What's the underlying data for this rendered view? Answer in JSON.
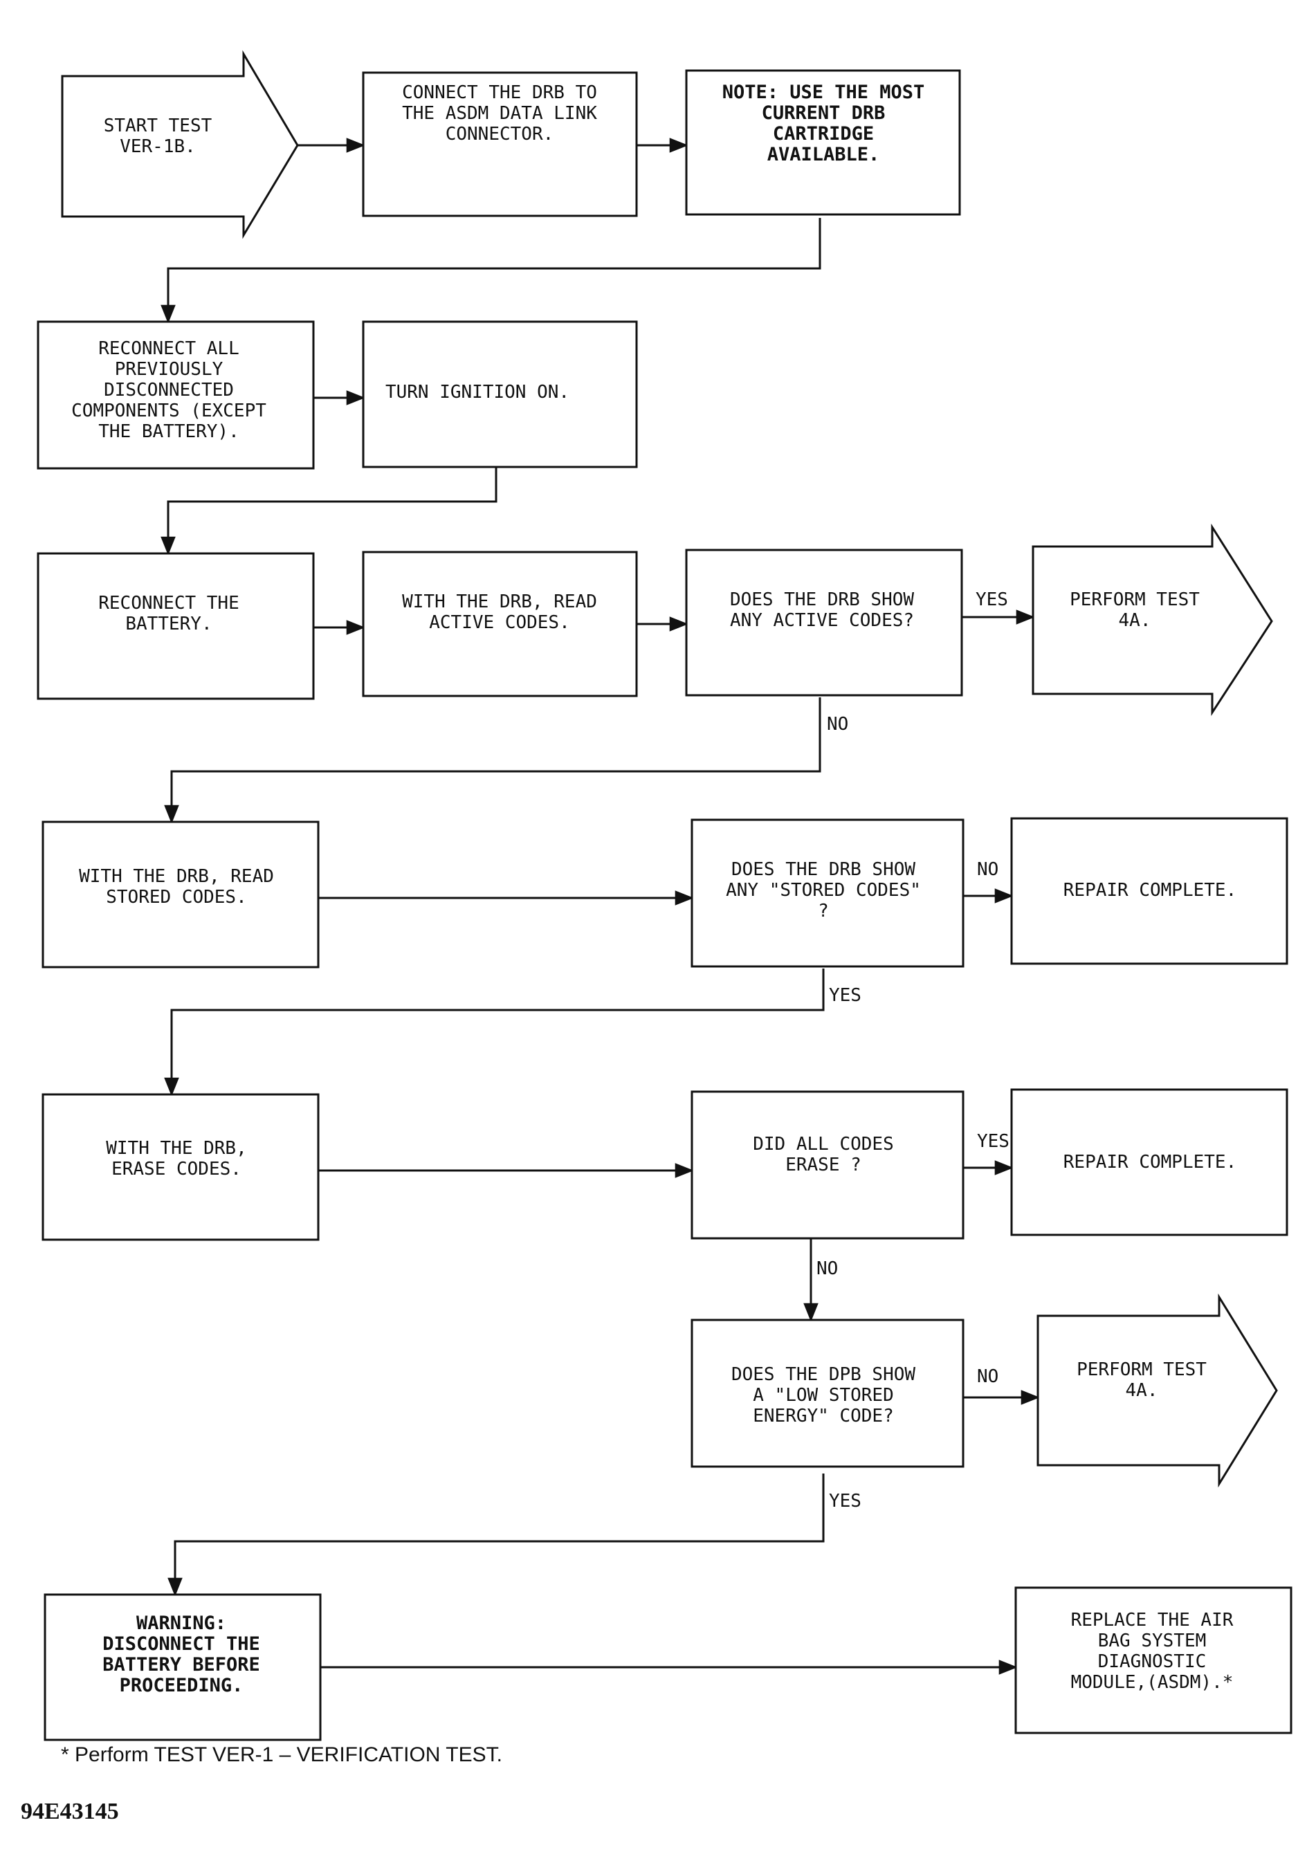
{
  "nodes": {
    "start": [
      "START TEST",
      "VER-1B."
    ],
    "connect_drb": [
      "CONNECT THE DRB TO",
      "THE ASDM DATA LINK",
      "CONNECTOR."
    ],
    "note": [
      "NOTE: USE THE MOST",
      "CURRENT DRB",
      "CARTRIDGE",
      "AVAILABLE."
    ],
    "reconnect_all": [
      "RECONNECT ALL",
      "PREVIOUSLY",
      "DISCONNECTED",
      "COMPONENTS (EXCEPT",
      "THE BATTERY)."
    ],
    "ignition_on": [
      "TURN IGNITION ON."
    ],
    "reconnect_battery": [
      "RECONNECT THE",
      "BATTERY."
    ],
    "read_active": [
      "WITH THE DRB, READ",
      "ACTIVE CODES."
    ],
    "q_active": [
      "DOES THE DRB SHOW",
      "ANY ACTIVE CODES?"
    ],
    "perform_4a_1": [
      "PERFORM TEST",
      "4A."
    ],
    "read_stored": [
      "WITH THE DRB, READ",
      "STORED CODES."
    ],
    "q_stored": [
      "DOES THE DRB SHOW",
      "ANY \"STORED CODES\"",
      "?"
    ],
    "repair_complete_1": [
      "REPAIR COMPLETE."
    ],
    "erase_codes": [
      "WITH THE DRB,",
      "ERASE CODES."
    ],
    "q_erase": [
      "DID ALL CODES",
      "ERASE ?"
    ],
    "repair_complete_2": [
      "REPAIR COMPLETE."
    ],
    "q_low_energy": [
      "DOES THE DPB SHOW",
      "A \"LOW STORED",
      "ENERGY\" CODE?"
    ],
    "perform_4a_2": [
      "PERFORM TEST",
      "4A."
    ],
    "warning": [
      "WARNING:",
      "DISCONNECT THE",
      "BATTERY BEFORE",
      "PROCEEDING."
    ],
    "replace_asdm": [
      "REPLACE THE AIR",
      "BAG SYSTEM",
      "DIAGNOSTIC",
      "MODULE,(ASDM).*"
    ]
  },
  "edge_labels": {
    "active_yes": "YES",
    "active_no": "NO",
    "stored_no": "NO",
    "stored_yes": "YES",
    "erase_yes": "YES",
    "erase_no": "NO",
    "low_no": "NO",
    "low_yes": "YES"
  },
  "footnote": "* Perform TEST VER-1 – VERIFICATION TEST.",
  "figure_id": "94E43145"
}
